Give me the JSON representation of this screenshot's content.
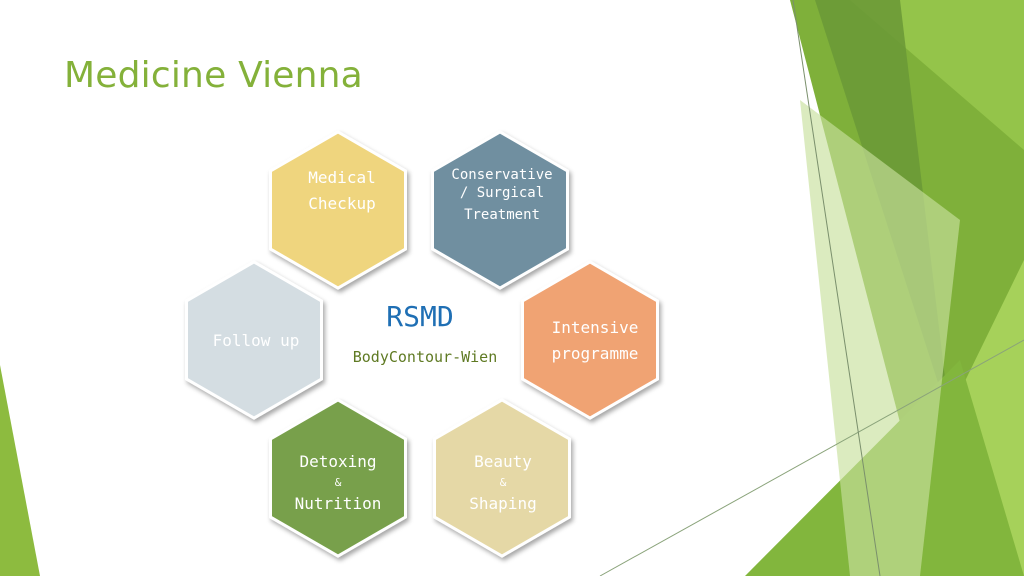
{
  "slide": {
    "title": "Medicine Vienna"
  },
  "center": {
    "title": "RSMD",
    "subtitle": "BodyContour-Wien"
  },
  "hexagons": [
    {
      "id": "medical-checkup",
      "lines": [
        "Medical",
        "Checkup"
      ],
      "fill": "#efd57e",
      "text_color": "#ffffff"
    },
    {
      "id": "conservative-surgical-treatment",
      "lines": [
        "Conservative",
        "/ Surgical",
        "Treatment"
      ],
      "fill": "#6f8fa0",
      "text_color": "#ffffff"
    },
    {
      "id": "intensive-programme",
      "lines": [
        "Intensive",
        "programme"
      ],
      "fill": "#f0a373",
      "text_color": "#ffffff"
    },
    {
      "id": "beauty-shaping",
      "lines": [
        "Beauty",
        "&",
        "Shaping"
      ],
      "fill": "#e5d8a6",
      "text_color": "#ffffff"
    },
    {
      "id": "detoxing-nutrition",
      "lines": [
        "Detoxing",
        "&",
        "Nutrition"
      ],
      "fill": "#78a04b",
      "text_color": "#ffffff"
    },
    {
      "id": "follow-up",
      "lines": [
        "Follow up"
      ],
      "fill": "#d4dde2",
      "text_color": "#ffffff"
    }
  ],
  "colors": {
    "accent": "#84b13a",
    "center_title": "#1f6fb4",
    "center_subtitle": "#5f7a23"
  }
}
